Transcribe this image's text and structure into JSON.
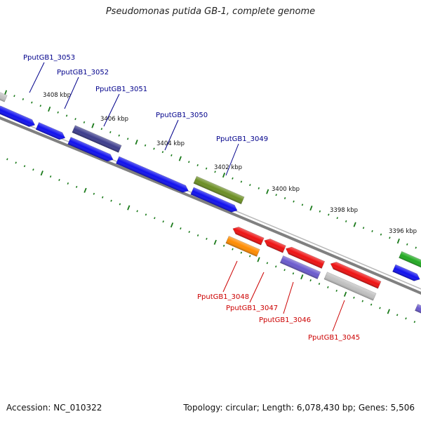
{
  "title": "Pseudomonas putida GB-1, complete genome",
  "footer": {
    "accession": "Accession: NC_010322",
    "summary": "Topology: circular; Length: 6,078,430 bp; Genes: 5,506"
  },
  "colors": {
    "blue": "#1010ee",
    "navy": "#3c3c8c",
    "olive": "#6b8e23",
    "red": "#ee1111",
    "orange": "#ff8c00",
    "slate": "#6a5acd",
    "silver": "#c0c0c0",
    "green": "#22aa22",
    "tick": "#1a7a1a",
    "backbone": "#808080",
    "label_forward": "#00008b",
    "label_reverse": "#cc0000"
  },
  "ticks": [
    {
      "label": "3408 kbp"
    },
    {
      "label": "3406 kbp"
    },
    {
      "label": "3404 kbp"
    },
    {
      "label": "3402 kbp"
    },
    {
      "label": "3400 kbp"
    },
    {
      "label": "3398 kbp"
    },
    {
      "label": "3396 kbp"
    }
  ],
  "genes_forward": [
    {
      "name": "PputGB1_3053"
    },
    {
      "name": "PputGB1_3052"
    },
    {
      "name": "PputGB1_3051"
    },
    {
      "name": "PputGB1_3050"
    },
    {
      "name": "PputGB1_3049"
    }
  ],
  "genes_reverse": [
    {
      "name": "PputGB1_3048"
    },
    {
      "name": "PputGB1_3047"
    },
    {
      "name": "PputGB1_3046"
    },
    {
      "name": "PputGB1_3045"
    }
  ]
}
